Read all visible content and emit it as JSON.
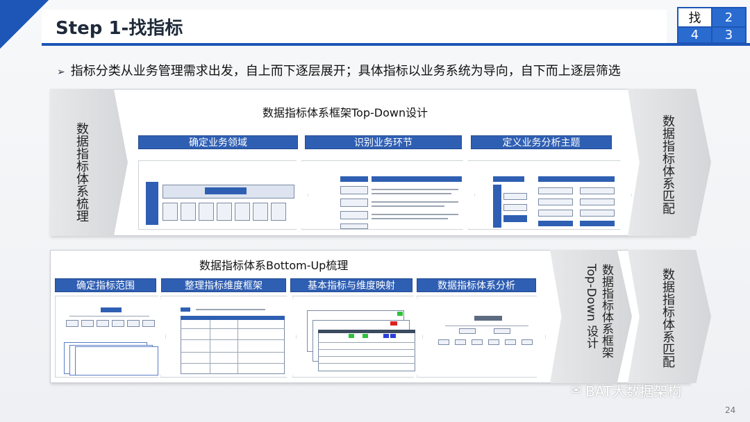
{
  "slide": {
    "title": "Step 1-找指标",
    "headline": "指标分类从业务管理需求出发，自上而下逐层展开；具体指标以业务系统为导向，自下而上逐层筛选",
    "bullet_glyph": "➢",
    "page_number": "24"
  },
  "step_grid": [
    "找",
    "2",
    "4",
    "3"
  ],
  "top_section": {
    "left_label": "数据指标体系梳理",
    "heading": "数据指标体系框架Top-Down设计",
    "tabs": [
      "确定业务领域",
      "识别业务环节",
      "定义业务分析主题"
    ],
    "right_label": "数据指标体系匹配"
  },
  "bottom_section": {
    "heading": "数据指标体系Bottom-Up梳理",
    "tabs": [
      "确定指标范围",
      "整理指标维度框架",
      "基本指标与维度映射",
      "数据指标体系分析"
    ],
    "mid_label": "数据指标体系框架Top-Down 设计",
    "right_label": "数据指标体系匹配"
  },
  "watermark": {
    "icon": "wechat-icon",
    "text": "BAT大数据架构"
  },
  "colors": {
    "accent": "#1d56b6",
    "tab_blue": "#2f5fb3"
  }
}
